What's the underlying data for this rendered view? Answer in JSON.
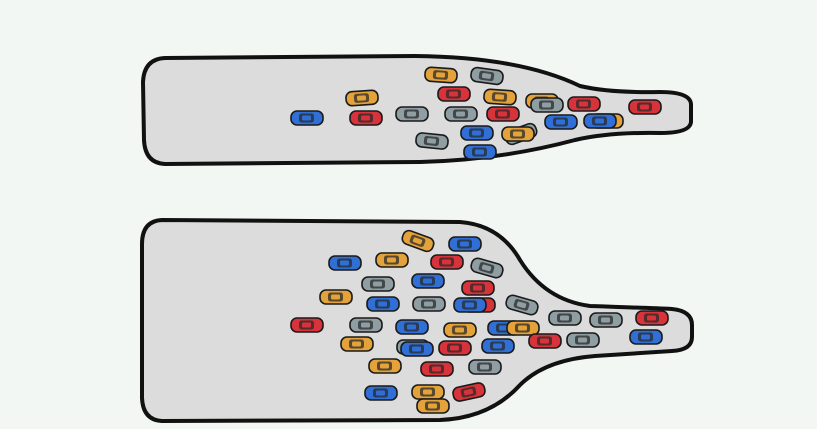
{
  "scene": {
    "background": "#f2f7f3",
    "bottle_fill": "#dcdcdc",
    "bottle_outline": "#111111",
    "car_colors": {
      "blue": "#2f6fd6",
      "red": "#d8333a",
      "orange": "#e3a33a",
      "gray": "#8e9ea3"
    }
  },
  "bottles": [
    {
      "name": "bottle-top",
      "cars": [
        "blue",
        "red",
        "orange",
        "gray",
        "orange",
        "gray",
        "red",
        "orange",
        "gray",
        "red",
        "orange",
        "gray",
        "blue",
        "gray",
        "blue",
        "red",
        "orange",
        "blue",
        "gray",
        "orange",
        "blue",
        "red"
      ]
    },
    {
      "name": "bottle-bottom",
      "cars": [
        "orange",
        "blue",
        "blue",
        "orange",
        "red",
        "gray",
        "gray",
        "blue",
        "red",
        "orange",
        "blue",
        "gray",
        "red",
        "blue",
        "gray",
        "gray",
        "red",
        "gray",
        "blue",
        "orange",
        "blue",
        "orange",
        "red",
        "gray",
        "orange",
        "gray",
        "red",
        "blue",
        "red",
        "gray",
        "blue",
        "orange",
        "red",
        "gray",
        "blue",
        "orange",
        "blue",
        "red",
        "orange"
      ]
    }
  ]
}
